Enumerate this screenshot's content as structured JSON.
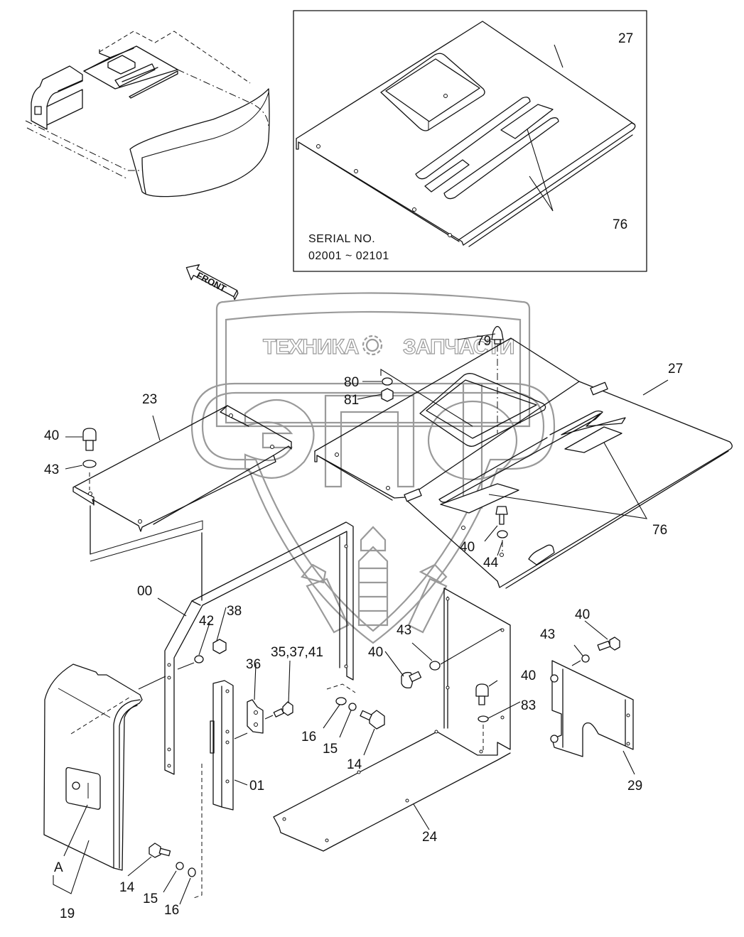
{
  "diagram": {
    "title": "Cab cover / floor plate exploded parts diagram",
    "inset": {
      "serial_label": "SERIAL NO.",
      "serial_range": "02001 ~ 02101",
      "callouts": [
        {
          "id": "inset-27",
          "text": "27"
        },
        {
          "id": "inset-76",
          "text": "76"
        }
      ]
    },
    "front_arrow": {
      "text": "FRONT"
    },
    "watermark": {
      "left_word": "ТЕХНИКА",
      "right_word": "ЗАПЧАСТИ",
      "logo_letters": "ЭПФ"
    },
    "detail_label": "A",
    "callouts": [
      {
        "id": "c-79",
        "text": "79"
      },
      {
        "id": "c-80",
        "text": "80"
      },
      {
        "id": "c-81",
        "text": "81"
      },
      {
        "id": "c-27",
        "text": "27"
      },
      {
        "id": "c-23",
        "text": "23"
      },
      {
        "id": "c-40a",
        "text": "40"
      },
      {
        "id": "c-43a",
        "text": "43"
      },
      {
        "id": "c-40b",
        "text": "40"
      },
      {
        "id": "c-44",
        "text": "44"
      },
      {
        "id": "c-76",
        "text": "76"
      },
      {
        "id": "c-00",
        "text": "00"
      },
      {
        "id": "c-38",
        "text": "38"
      },
      {
        "id": "c-42",
        "text": "42"
      },
      {
        "id": "c-35",
        "text": "35,37,41"
      },
      {
        "id": "c-36",
        "text": "36"
      },
      {
        "id": "c-43b",
        "text": "43"
      },
      {
        "id": "c-40c",
        "text": "40"
      },
      {
        "id": "c-40d",
        "text": "40"
      },
      {
        "id": "c-83",
        "text": "83"
      },
      {
        "id": "c-43c",
        "text": "43"
      },
      {
        "id": "c-40e",
        "text": "40"
      },
      {
        "id": "c-29",
        "text": "29"
      },
      {
        "id": "c-16a",
        "text": "16"
      },
      {
        "id": "c-15a",
        "text": "15"
      },
      {
        "id": "c-14a",
        "text": "14"
      },
      {
        "id": "c-01",
        "text": "01"
      },
      {
        "id": "c-24",
        "text": "24"
      },
      {
        "id": "c-14b",
        "text": "14"
      },
      {
        "id": "c-15b",
        "text": "15"
      },
      {
        "id": "c-16b",
        "text": "16"
      },
      {
        "id": "c-19",
        "text": "19"
      }
    ]
  }
}
